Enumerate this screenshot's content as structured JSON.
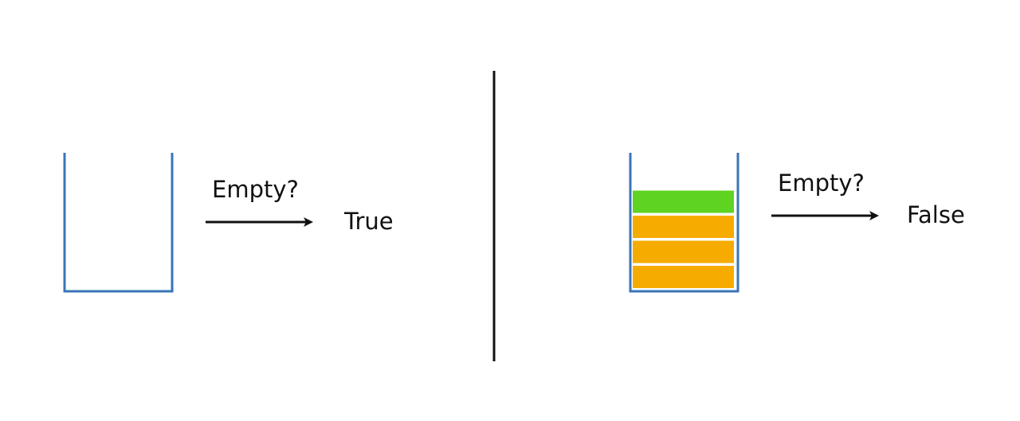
{
  "left_panel": {
    "question": "Empty?",
    "result": "True",
    "items": []
  },
  "right_panel": {
    "question": "Empty?",
    "result": "False",
    "items": [
      {
        "color": "#5ed321"
      },
      {
        "color": "#f5ab00"
      },
      {
        "color": "#f5ab00"
      },
      {
        "color": "#f5ab00"
      }
    ]
  },
  "colors": {
    "container": "#3a74b8",
    "arrow": "#111111",
    "divider": "#111111"
  }
}
